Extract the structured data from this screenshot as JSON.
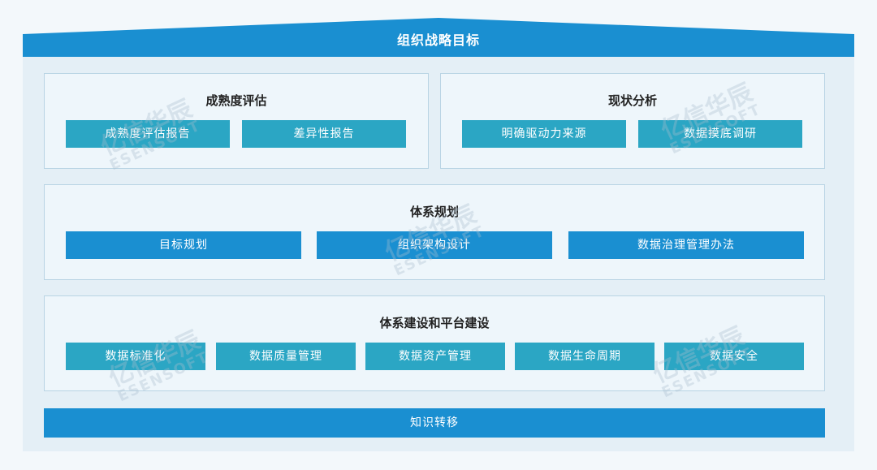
{
  "top_banner": "组织战略目标",
  "sections": {
    "maturity": {
      "title": "成熟度评估",
      "items": [
        "成熟度评估报告",
        "差异性报告"
      ]
    },
    "status": {
      "title": "现状分析",
      "items": [
        "明确驱动力来源",
        "数据摸底调研"
      ]
    },
    "planning": {
      "title": "体系规划",
      "items": [
        "目标规划",
        "组织架构设计",
        "数据治理管理办法"
      ]
    },
    "building": {
      "title": "体系建设和平台建设",
      "items": [
        "数据标准化",
        "数据质量管理",
        "数据资产管理",
        "数据生命周期",
        "数据安全"
      ]
    }
  },
  "bottom_banner": "知识转移",
  "watermark": {
    "cn": "亿信华辰",
    "en": "ESENSOFT"
  },
  "colors": {
    "teal": "#2ba6c4",
    "blue": "#1a8fd1",
    "banner": "#1a8fd1"
  }
}
